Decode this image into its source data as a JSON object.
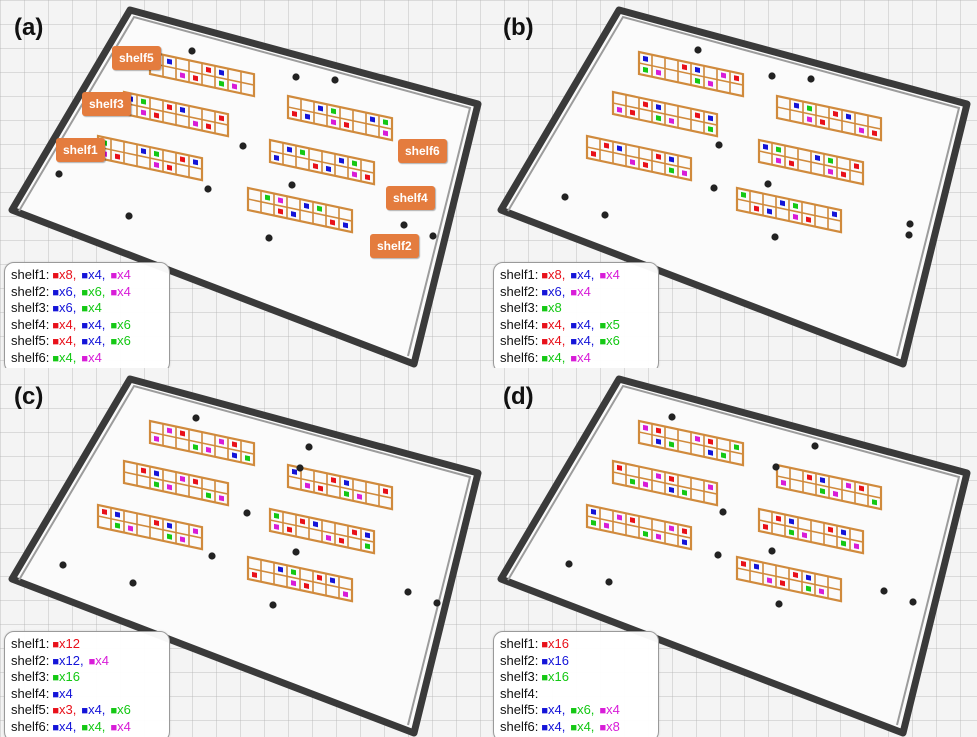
{
  "colors": {
    "red": "#e8101a",
    "blue": "#1414d8",
    "green": "#14c814",
    "magenta": "#d81cd8",
    "shelf_frame": "#d08a3c",
    "tag": "#e47c3e",
    "wall": "#3a3a3a"
  },
  "shelf_tags": [
    "shelf5",
    "shelf3",
    "shelf1",
    "shelf6",
    "shelf4",
    "shelf2"
  ],
  "panels": [
    {
      "label": "(a)",
      "legend": [
        {
          "name": "shelf1:",
          "items": [
            {
              "color": "red",
              "text": "x8"
            },
            {
              "color": "blue",
              "text": "x4"
            },
            {
              "color": "magenta",
              "text": "x4"
            }
          ]
        },
        {
          "name": "shelf2:",
          "items": [
            {
              "color": "blue",
              "text": "x6"
            },
            {
              "color": "green",
              "text": "x6"
            },
            {
              "color": "magenta",
              "text": "x4"
            }
          ]
        },
        {
          "name": "shelf3:",
          "items": [
            {
              "color": "blue",
              "text": "x6"
            },
            {
              "color": "green",
              "text": "x4"
            }
          ]
        },
        {
          "name": "shelf4:",
          "items": [
            {
              "color": "red",
              "text": "x4"
            },
            {
              "color": "blue",
              "text": "x4"
            },
            {
              "color": "green",
              "text": "x6"
            }
          ]
        },
        {
          "name": "shelf5:",
          "items": [
            {
              "color": "red",
              "text": "x4"
            },
            {
              "color": "blue",
              "text": "x4"
            },
            {
              "color": "green",
              "text": "x6"
            }
          ]
        },
        {
          "name": "shelf6:",
          "items": [
            {
              "color": "green",
              "text": "x4"
            },
            {
              "color": "magenta",
              "text": "x4"
            }
          ]
        }
      ]
    },
    {
      "label": "(b)",
      "legend": [
        {
          "name": "shelf1:",
          "items": [
            {
              "color": "red",
              "text": "x8"
            },
            {
              "color": "blue",
              "text": "x4"
            },
            {
              "color": "magenta",
              "text": "x4"
            }
          ]
        },
        {
          "name": "shelf2:",
          "items": [
            {
              "color": "blue",
              "text": "x6"
            },
            {
              "color": "magenta",
              "text": "x4"
            }
          ]
        },
        {
          "name": "shelf3:",
          "items": [
            {
              "color": "green",
              "text": "x8"
            }
          ]
        },
        {
          "name": "shelf4:",
          "items": [
            {
              "color": "red",
              "text": "x4"
            },
            {
              "color": "blue",
              "text": "x4"
            },
            {
              "color": "green",
              "text": "x5"
            }
          ]
        },
        {
          "name": "shelf5:",
          "items": [
            {
              "color": "red",
              "text": "x4"
            },
            {
              "color": "blue",
              "text": "x4"
            },
            {
              "color": "green",
              "text": "x6"
            }
          ]
        },
        {
          "name": "shelf6:",
          "items": [
            {
              "color": "green",
              "text": "x4"
            },
            {
              "color": "magenta",
              "text": "x4"
            }
          ]
        }
      ]
    },
    {
      "label": "(c)",
      "legend": [
        {
          "name": "shelf1:",
          "items": [
            {
              "color": "red",
              "text": "x12"
            }
          ]
        },
        {
          "name": "shelf2:",
          "items": [
            {
              "color": "blue",
              "text": "x12"
            },
            {
              "color": "magenta",
              "text": "x4"
            }
          ]
        },
        {
          "name": "shelf3:",
          "items": [
            {
              "color": "green",
              "text": "x16"
            }
          ]
        },
        {
          "name": "shelf4:",
          "items": [
            {
              "color": "blue",
              "text": "x4"
            }
          ]
        },
        {
          "name": "shelf5:",
          "items": [
            {
              "color": "red",
              "text": "x3"
            },
            {
              "color": "blue",
              "text": "x4"
            },
            {
              "color": "green",
              "text": "x6"
            }
          ]
        },
        {
          "name": "shelf6:",
          "items": [
            {
              "color": "blue",
              "text": "x4"
            },
            {
              "color": "green",
              "text": "x4"
            },
            {
              "color": "magenta",
              "text": "x4"
            }
          ]
        }
      ]
    },
    {
      "label": "(d)",
      "legend": [
        {
          "name": "shelf1:",
          "items": [
            {
              "color": "red",
              "text": "x16"
            }
          ]
        },
        {
          "name": "shelf2:",
          "items": [
            {
              "color": "blue",
              "text": "x16"
            }
          ]
        },
        {
          "name": "shelf3:",
          "items": [
            {
              "color": "green",
              "text": "x16"
            }
          ]
        },
        {
          "name": "shelf4:",
          "items": []
        },
        {
          "name": "shelf5:",
          "items": [
            {
              "color": "blue",
              "text": "x4"
            },
            {
              "color": "green",
              "text": "x6"
            },
            {
              "color": "magenta",
              "text": "x4"
            }
          ]
        },
        {
          "name": "shelf6:",
          "items": [
            {
              "color": "blue",
              "text": "x4"
            },
            {
              "color": "green",
              "text": "x4"
            },
            {
              "color": "magenta",
              "text": "x8"
            }
          ]
        }
      ]
    }
  ]
}
